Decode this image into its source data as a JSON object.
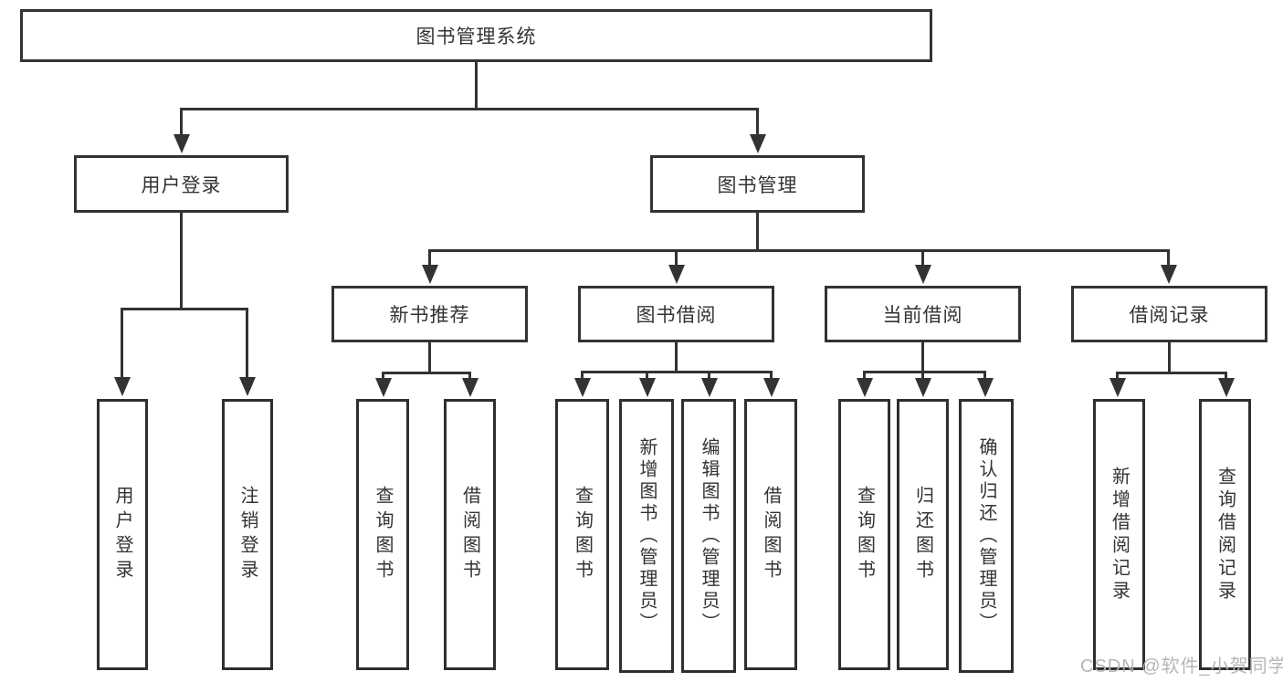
{
  "diagram": {
    "root": "图书管理系统",
    "level2": {
      "user": "用户登录",
      "book": "图书管理"
    },
    "level3": {
      "new_books": "新书推荐",
      "book_borrow": "图书借阅",
      "current_borrow": "当前借阅",
      "borrow_records": "借阅记录"
    },
    "leaves": {
      "user": [
        "用户登录",
        "注销登录"
      ],
      "new_books": [
        "查询图书",
        "借阅图书"
      ],
      "book_borrow": [
        "查询图书",
        "新增图书（管理员）",
        "编辑图书（管理员）",
        "借阅图书"
      ],
      "current_borrow": [
        "查询图书",
        "归还图书",
        "确认归还（管理员）"
      ],
      "borrow_records": [
        "新增借阅记录",
        "查询借阅记录"
      ]
    },
    "colors": {
      "line": "#333333",
      "text": "#333333",
      "background": "#ffffff",
      "watermark": "#b2b2b2"
    }
  },
  "watermark": "CSDN @软件_小贺同学"
}
